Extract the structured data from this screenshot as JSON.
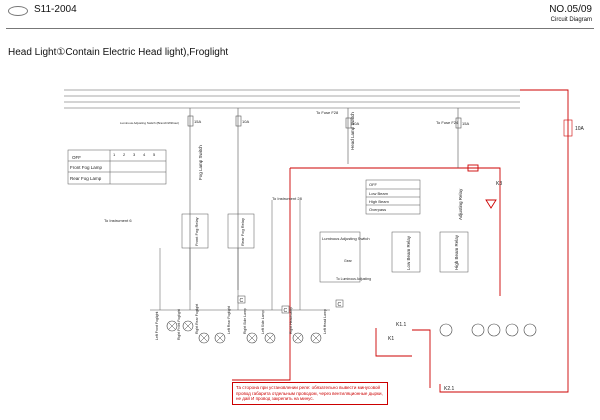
{
  "header": {
    "model": "S11-2004",
    "page_no": "NO.05/09",
    "subtitle": "Circuit Diagram"
  },
  "title": "Head Light①Contain Electric Head light),Froglight",
  "diagram": {
    "fuses": {
      "f15a": "15A",
      "f10a_a": "10A",
      "f10a_b": "10A",
      "f15a_b": "15A",
      "f10a_red": "10A"
    },
    "top_labels": {
      "luminous_switch_top": "Luminous Adjusting Switch (Branch/Without)",
      "to_fuse_f28": "To Fuse F28",
      "to_fuse_f24": "To Fuse F24",
      "to_instrument6": "To Instrument 6",
      "to_instrument28": "To Instrument 28"
    },
    "switch_table": {
      "cols": [
        "1",
        "2",
        "3",
        "4",
        "5"
      ],
      "rows": [
        "OFF",
        "Front Fog Lamp",
        "Rear Fog Lamp"
      ]
    },
    "light_switch_table": {
      "rows": [
        "OFF",
        "Low Beam",
        "High Beam",
        "Overpass"
      ]
    },
    "vertical_labels": {
      "fog_lamp_switch": "Fog Lamp Switch",
      "head_lamp_switch": "Head Lamp Switch",
      "adjusting_relay": "Adjusting Relay",
      "high_beam_relay": "High Beam Relay",
      "low_beam_relay": "Low Beam Relay",
      "fog_relay_a": "Front Fog Relay",
      "fog_relay_b": "Rear Fog Relay"
    },
    "component_labels": {
      "luminous_switch": "Luminous Adjusting Switch",
      "k3": "K3",
      "k2_1": "K2.1",
      "k1_1": "K1.1",
      "k1": "K1",
      "to_luminous_note": "To Luminous Adjusting",
      "gear_labels": "Gear"
    },
    "lamp_labels": [
      "Left Front Foglight",
      "Right Front Foglight",
      "Right Rear Foglight",
      "Left Rear Foglight",
      "Right Side Lamp",
      "Left Side Lamp",
      "Right Head Lamp",
      "Left Head Lamp"
    ],
    "ground_symbol": "C"
  },
  "note": "Та сторона при установлении реле: обязательно вывести минусовой провод габарита отдельным проводом, через вентиляционные дырки, не дай И провод закрепить на минус.",
  "colors": {
    "wire": "#444444",
    "highlight": "#cc0000"
  }
}
